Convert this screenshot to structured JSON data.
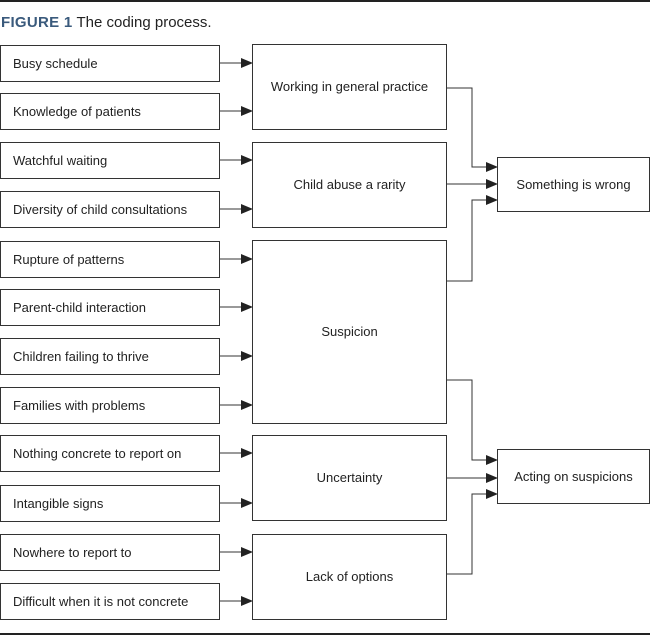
{
  "caption": {
    "label": "FIGURE 1",
    "text": "The coding process."
  },
  "factors": [
    "Busy schedule",
    "Knowledge of patients",
    "Watchful waiting",
    "Diversity of child consultations",
    "Rupture of patterns",
    "Parent-child interaction",
    "Children failing to thrive",
    "Families with problems",
    "Nothing concrete to report on",
    "Intangible signs",
    "Nowhere to report to",
    "Difficult when it is not concrete"
  ],
  "categories": [
    "Working in general practice",
    "Child abuse a rarity",
    "Suspicion",
    "Uncertainty",
    "Lack of options"
  ],
  "outcomes": [
    "Something is wrong",
    "Acting on suspicions"
  ]
}
